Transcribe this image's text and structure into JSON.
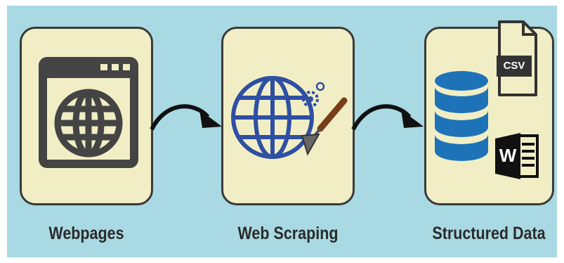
{
  "steps": [
    {
      "label": "Webpages",
      "icon": "browser-globe-icon"
    },
    {
      "label": "Web Scraping",
      "icon": "globe-gear-trowel-icon"
    },
    {
      "label": "Structured Data",
      "icon": "database-csv-word-icon"
    }
  ],
  "badges": {
    "csv": "CSV",
    "word": "W"
  },
  "colors": {
    "background": "#a9d9e3",
    "box_fill": "#f1eec5",
    "box_border": "#3a3a3a",
    "globe_blue": "#2e4fa3",
    "database_blue": "#1e73b8",
    "dark_icon": "#444444"
  }
}
